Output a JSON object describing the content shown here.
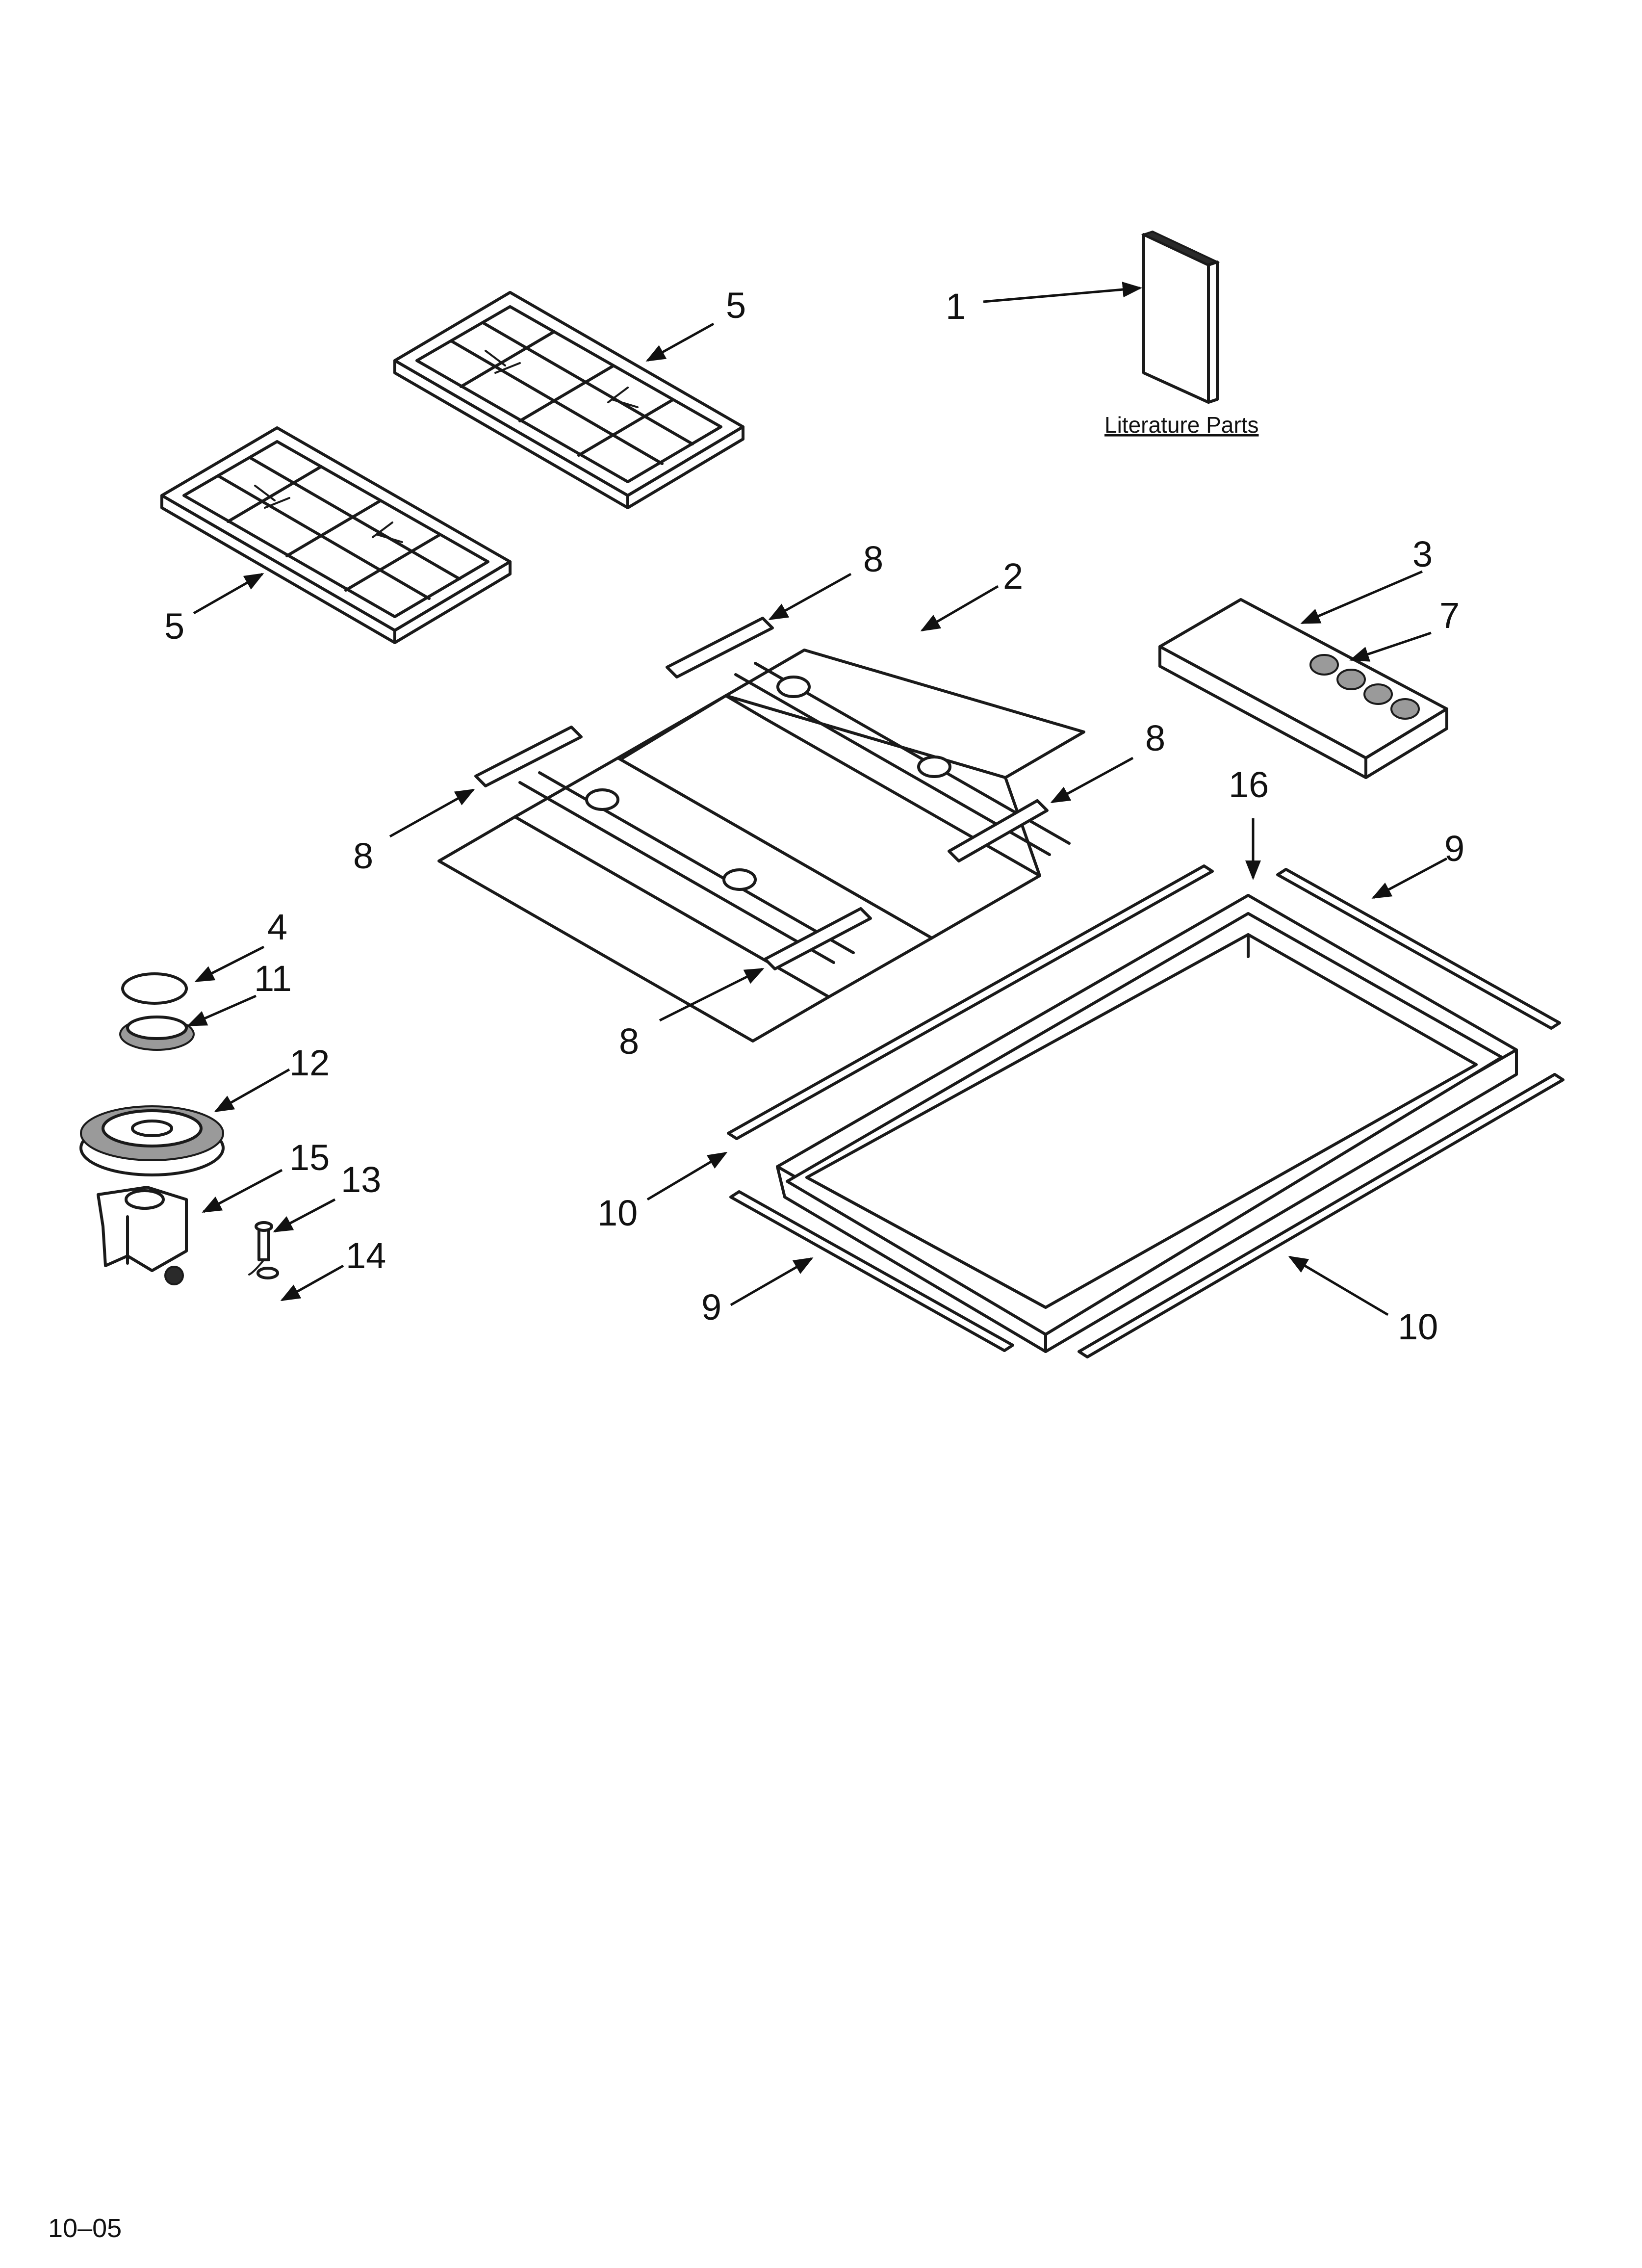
{
  "callouts": {
    "c1": "1",
    "c2": "2",
    "c3": "3",
    "c4": "4",
    "c5a": "5",
    "c5b": "5",
    "c7": "7",
    "c8a": "8",
    "c8b": "8",
    "c8c": "8",
    "c8d": "8",
    "c9a": "9",
    "c9b": "9",
    "c10a": "10",
    "c10b": "10",
    "c11": "11",
    "c12": "12",
    "c13": "13",
    "c14": "14",
    "c15": "15",
    "c16": "16"
  },
  "captions": {
    "literature": "Literature Parts"
  },
  "footer": {
    "code": "10–05"
  }
}
